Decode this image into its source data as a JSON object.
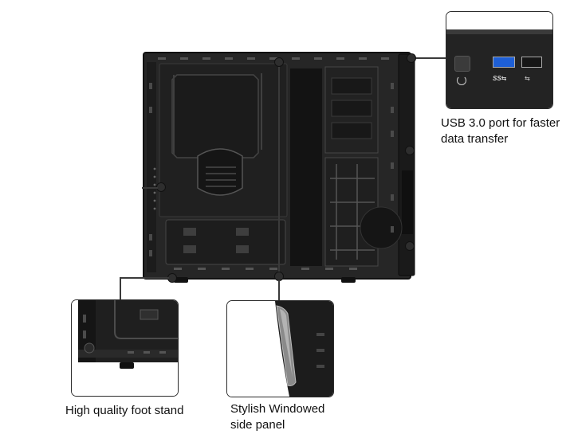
{
  "callouts": {
    "usb": {
      "text_line1": "USB 3.0 port for faster",
      "text_line2": "data transfer"
    },
    "foot": {
      "text": "High quality foot stand"
    },
    "panel": {
      "text_line1": "Stylish Windowed",
      "text_line2": "side panel"
    }
  },
  "icons": {
    "power": "power-icon",
    "usb3": "usb3-icon",
    "usb2": "usb-icon"
  },
  "colors": {
    "usb3_port": "#1e5fd6",
    "case_body": "#1f1f1f",
    "case_dark": "#0e0e0e"
  }
}
